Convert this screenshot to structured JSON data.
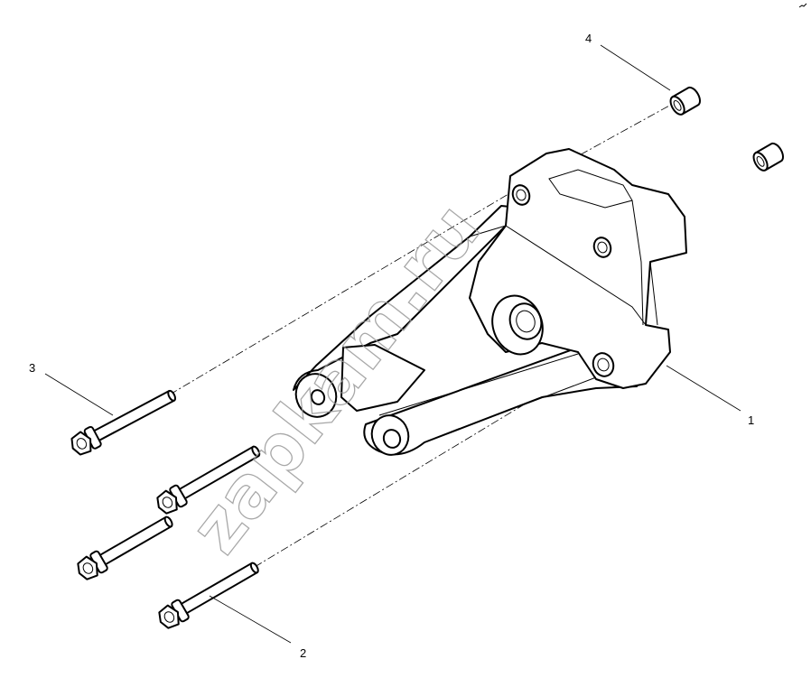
{
  "diagram": {
    "callouts": [
      {
        "id": "1",
        "label": "1"
      },
      {
        "id": "2",
        "label": "2"
      },
      {
        "id": "3",
        "label": "3"
      },
      {
        "id": "4",
        "label": "4"
      }
    ],
    "watermark": "zapkam.ru",
    "colors": {
      "line": "#000000",
      "background": "#ffffff",
      "watermark": "#9a9a9a"
    }
  }
}
